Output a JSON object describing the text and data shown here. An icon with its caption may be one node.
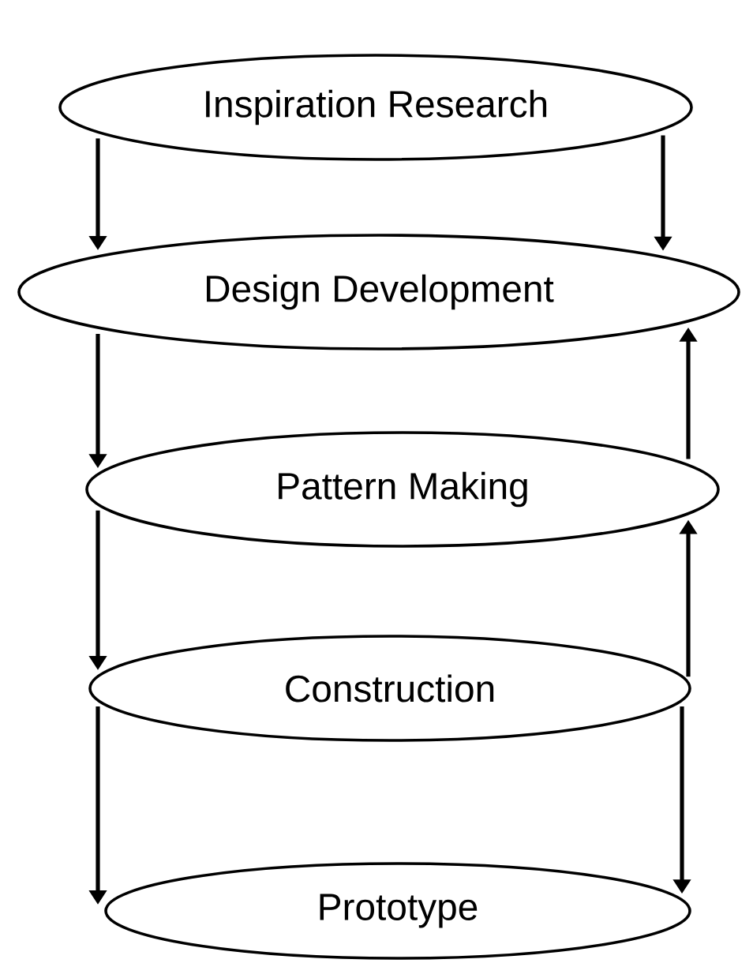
{
  "diagram": {
    "nodes": [
      {
        "text": [
          "Inspiration Research"
        ]
      },
      {
        "text": [
          "Design Development"
        ]
      },
      {
        "text": [
          "Pattern Making"
        ]
      },
      {
        "text": [
          "Construction"
        ]
      },
      {
        "text": [
          "Prototype"
        ]
      }
    ],
    "edges": [
      {
        "from": 0,
        "to": 1,
        "arrow": "to"
      },
      {
        "from": 0,
        "to": 1,
        "arrow": "to"
      },
      {
        "from": 1,
        "to": 2,
        "arrow": "to"
      },
      {
        "from": 2,
        "to": 1,
        "arrow": "to"
      },
      {
        "from": 2,
        "to": 3,
        "arrow": "to"
      },
      {
        "from": 3,
        "to": 2,
        "arrow": "to"
      },
      {
        "from": 3,
        "to": 4,
        "arrow": "to"
      },
      {
        "from": 3,
        "to": 4,
        "arrow": "to"
      }
    ]
  }
}
